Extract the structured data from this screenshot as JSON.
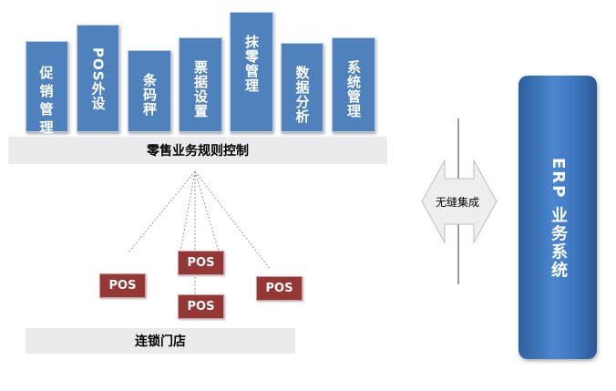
{
  "modules": [
    {
      "label": "促销管理"
    },
    {
      "label": "POS外设"
    },
    {
      "label": "条码秤"
    },
    {
      "label": "票据设置"
    },
    {
      "label": "抹零管理"
    },
    {
      "label": "数据分析"
    },
    {
      "label": "系统管理"
    }
  ],
  "control_bar": {
    "label": "零售业务规则控制"
  },
  "pos_terminals": [
    {
      "label": "POS"
    },
    {
      "label": "POS"
    },
    {
      "label": "POS"
    },
    {
      "label": "POS"
    }
  ],
  "store_bar": {
    "label": "连锁门店"
  },
  "integration_arrow": {
    "label": "无缝集成"
  },
  "erp_system": {
    "label": "ERP 业务系统"
  },
  "colors": {
    "module_blue": "#4f81bd",
    "pos_red": "#953735",
    "bar_gray": "#ebebeb",
    "erp_blue": "#3f78c1"
  }
}
